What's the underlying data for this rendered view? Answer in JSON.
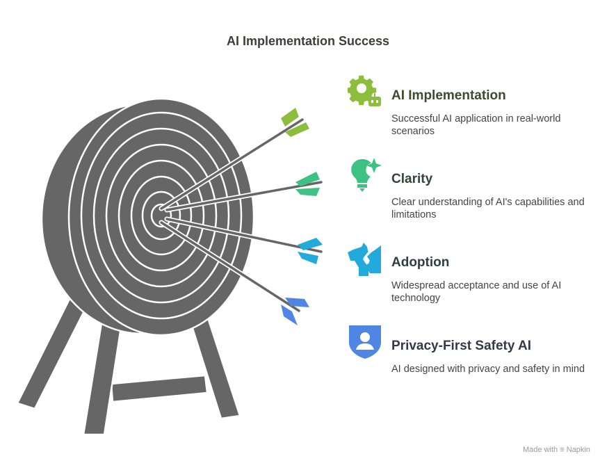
{
  "title": "AI Implementation Success",
  "items": [
    {
      "heading": "AI Implementation",
      "description": "Successful AI application in real-world scenarios",
      "icon": "gear-robot-icon",
      "color": "#8dbd3c",
      "heading_color": "#3d4a2e"
    },
    {
      "heading": "Clarity",
      "description": "Clear understanding of AI's capabilities and limitations",
      "icon": "lightbulb-sparkle-icon",
      "color": "#3ec283",
      "heading_color": "#33423a"
    },
    {
      "heading": "Adoption",
      "description": "Widespread acceptance and use of AI technology",
      "icon": "handshake-icon",
      "color": "#22aadb",
      "heading_color": "#2f3d45"
    },
    {
      "heading": "Privacy-First Safety AI",
      "description": "AI designed with privacy and safety in mind",
      "icon": "shield-user-icon",
      "color": "#4f86e3",
      "heading_color": "#323a4a"
    }
  ],
  "footer": {
    "made_with": "Made with",
    "brand": "Napkin"
  }
}
